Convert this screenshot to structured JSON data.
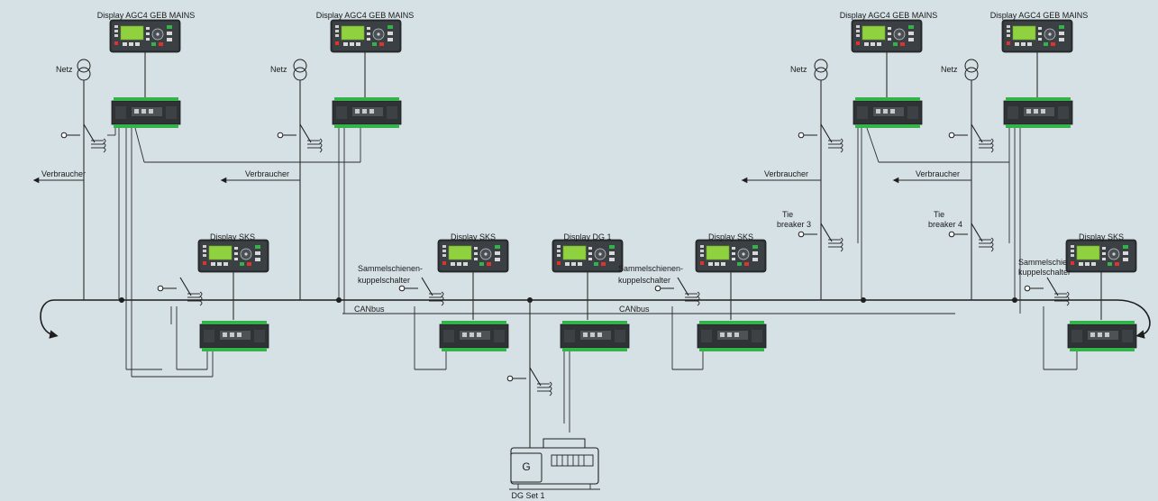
{
  "labels": {
    "display_mains": "Display AGC4 GEB MAINS",
    "display_sks": "Display SKS",
    "display_dg": "Display DG 1",
    "netz": "Netz",
    "verbraucher": "Verbraucher",
    "tie": "Tie",
    "breaker3": "breaker 3",
    "breaker4": "breaker 4",
    "sammel1": "Sammelschienen-",
    "sammel2": "kuppelschalter",
    "sammel_short": "Sammelschie",
    "canbus": "CANbus",
    "genset": "DG Set 1",
    "gen_symbol": "G"
  },
  "colors": {
    "background": "#d6e1e5",
    "module_body": "#2f3336",
    "module_green": "#34b34a",
    "display_screen": "#8fd13f"
  },
  "icons": [
    "transformer-icon",
    "circuit-breaker-icon",
    "controller-display-icon",
    "controller-module-icon",
    "generator-icon",
    "arrow-icon"
  ]
}
